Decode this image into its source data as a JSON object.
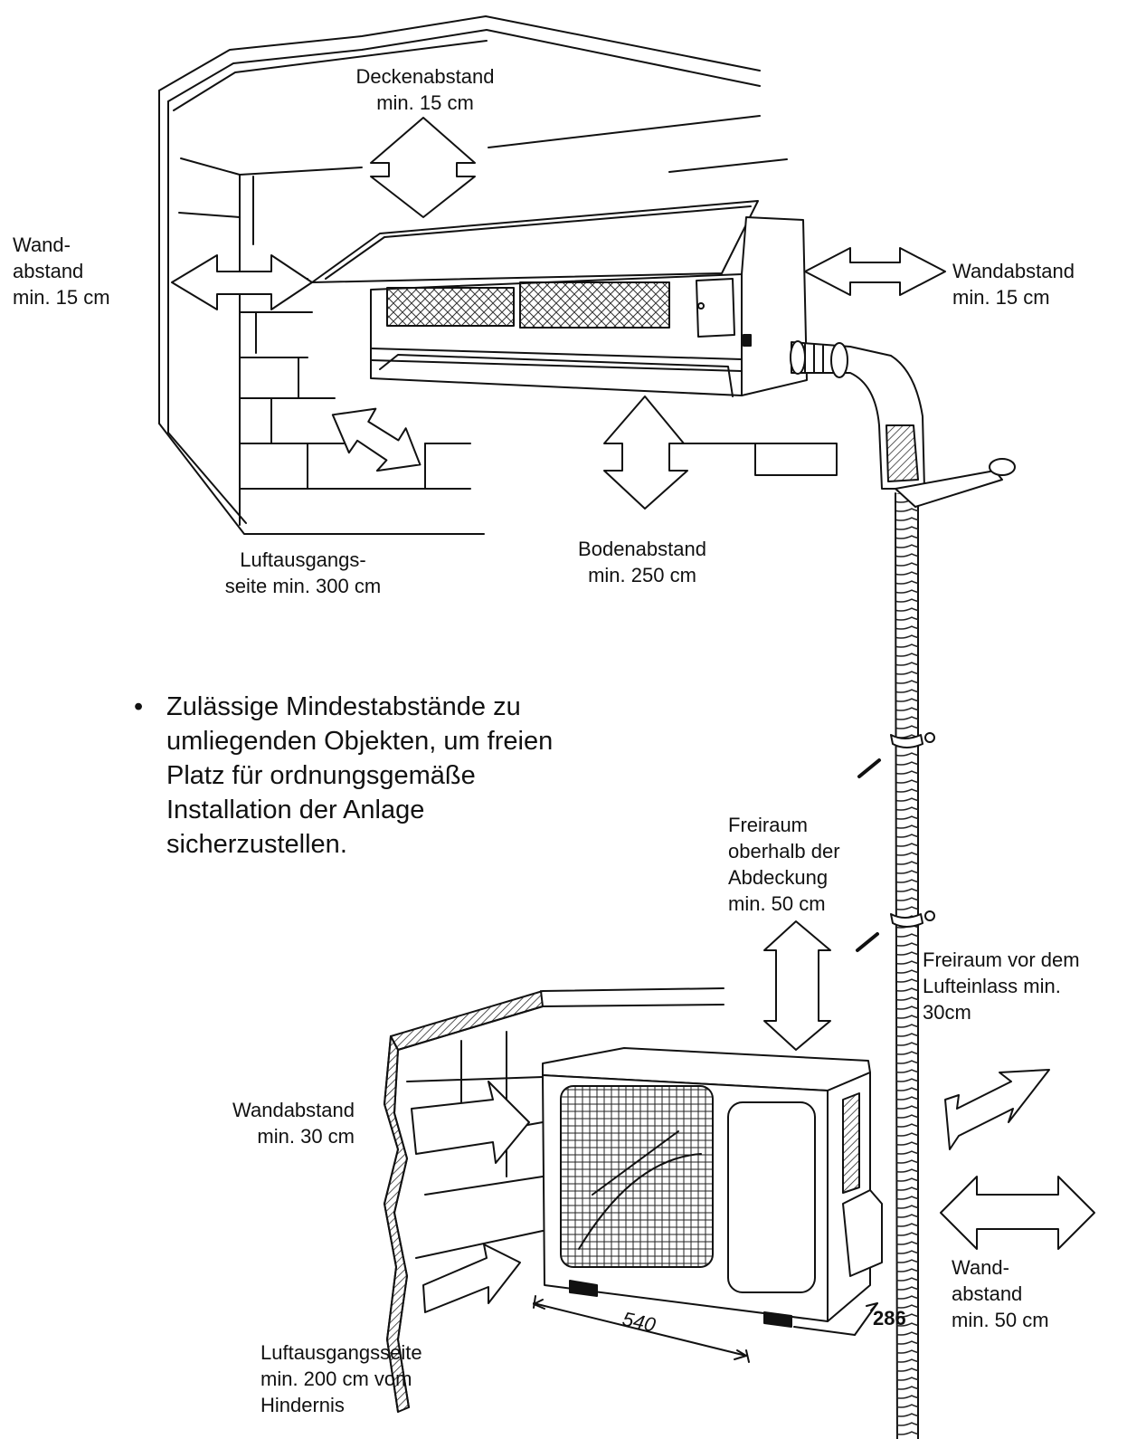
{
  "labels": {
    "ceiling": "Deckenabstand\nmin. 15 cm",
    "wall_left": "Wand-\nabstand\nmin. 15 cm",
    "wall_right": "Wandabstand\nmin. 15 cm",
    "air_out_indoor": "Luftausgangs-\nseite min. 300 cm",
    "floor": "Bodenabstand\nmin. 250 cm",
    "above_cover": "Freiraum\noberhalb der\nAbdeckung\nmin. 50 cm",
    "air_inlet_front": "Freiraum vor dem\nLufteinlass min.\n30cm",
    "wall_outdoor_left": "Wandabstand\nmin. 30 cm",
    "wall_outdoor_right": "Wand-\nabstand\nmin. 50 cm",
    "air_out_outdoor": "Luftausgangsseite\nmin. 200 cm vom\nHindernis"
  },
  "note": {
    "bullet": "•",
    "text": "Zulässige Mindestabstände zu\numliegenden Objekten, um freien\nPlatz für ordnungsgemäße\nInstallation der Anlage\nsicherzustellen."
  },
  "dimensions": {
    "width": "540",
    "depth": "286"
  }
}
